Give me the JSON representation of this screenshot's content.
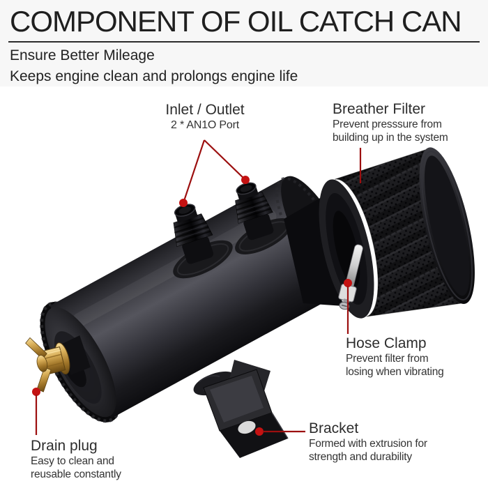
{
  "header": {
    "title": "COMPONENT OF OIL CATCH CAN",
    "subtitle_lines": [
      "Ensure Better Mileage",
      "Keeps engine clean and prolongs engine life"
    ]
  },
  "callouts": {
    "inlet_outlet": {
      "title": "Inlet / Outlet",
      "desc_lines": [
        "2 * AN1O Port"
      ]
    },
    "breather_filter": {
      "title": "Breather Filter",
      "desc_lines": [
        "Prevent presssure from",
        "building up in the system"
      ]
    },
    "hose_clamp": {
      "title": "Hose Clamp",
      "desc_lines": [
        "Prevent filter from",
        "losing when vibrating"
      ]
    },
    "bracket": {
      "title": "Bracket",
      "desc_lines": [
        "Formed with extrusion for",
        "strength and durability"
      ]
    },
    "drain_plug": {
      "title": "Drain plug",
      "desc_lines": [
        "Easy to clean and",
        "reusable constantly"
      ]
    }
  },
  "colors": {
    "callout_line": "#9c0f0f",
    "callout_dot": "#c41212",
    "title_text": "#1f1f1f",
    "label_title_text": "#2d2d2d",
    "label_desc_text": "#333333",
    "header_background": "#f7f7f7",
    "can_black": "#1a1a1e",
    "brass": "#d8ae58",
    "clamp_silver": "#cfcfcf"
  }
}
